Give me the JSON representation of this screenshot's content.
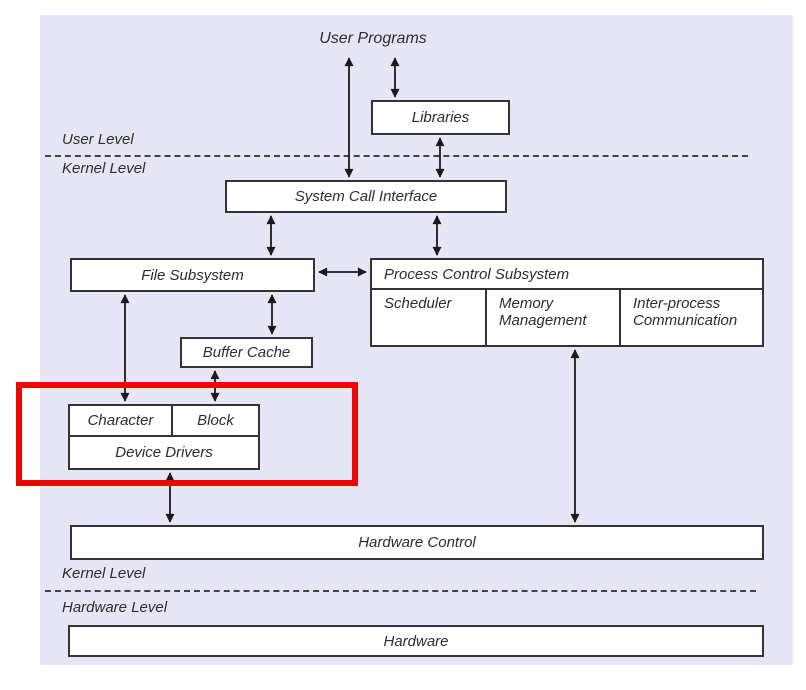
{
  "nodes": {
    "user_programs": "User Programs",
    "libraries": "Libraries",
    "system_call_interface": "System Call Interface",
    "file_subsystem": "File Subsystem",
    "process_control_subsystem": "Process Control Subsystem",
    "scheduler": "Scheduler",
    "memory_management": "Memory Management",
    "inter_process_communication": "Inter-process Communication",
    "buffer_cache": "Buffer Cache",
    "character": "Character",
    "block": "Block",
    "device_drivers": "Device Drivers",
    "hardware_control": "Hardware Control",
    "hardware": "Hardware"
  },
  "levels": {
    "user_level": "User Level",
    "kernel_level_top": "Kernel Level",
    "kernel_level_bottom": "Kernel Level",
    "hardware_level": "Hardware Level"
  },
  "colors": {
    "page_background": "#ffffff",
    "diagram_background": "#e6e6f6",
    "box_fill": "#ffffff",
    "box_border": "#333333",
    "text": "#2d2d2d",
    "arrow": "#1b1b1b",
    "dashed_line": "#444444",
    "highlight": "#ee0600"
  }
}
